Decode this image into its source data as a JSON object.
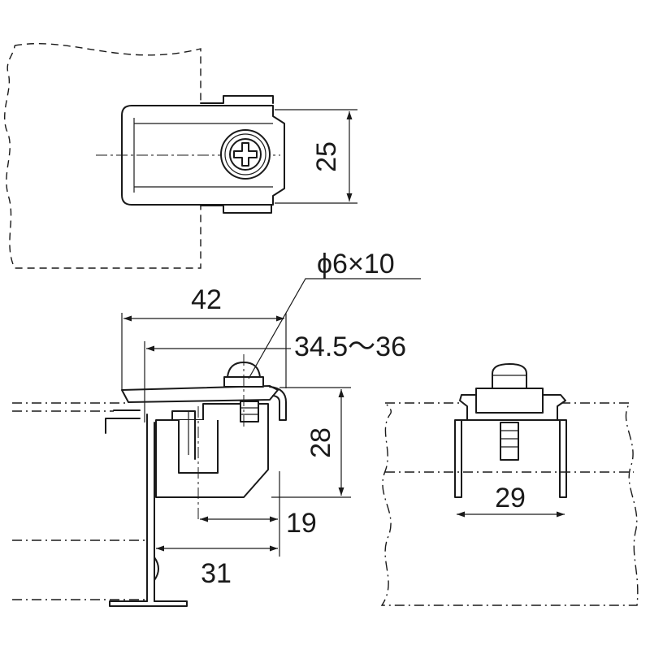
{
  "dimensions": {
    "top_height": "25",
    "screw_spec": "ϕ6×10",
    "overall_length": "42",
    "adjust_range": "34.5～36",
    "height": "28",
    "hook_depth": "19",
    "base_length": "31",
    "width": "29"
  }
}
